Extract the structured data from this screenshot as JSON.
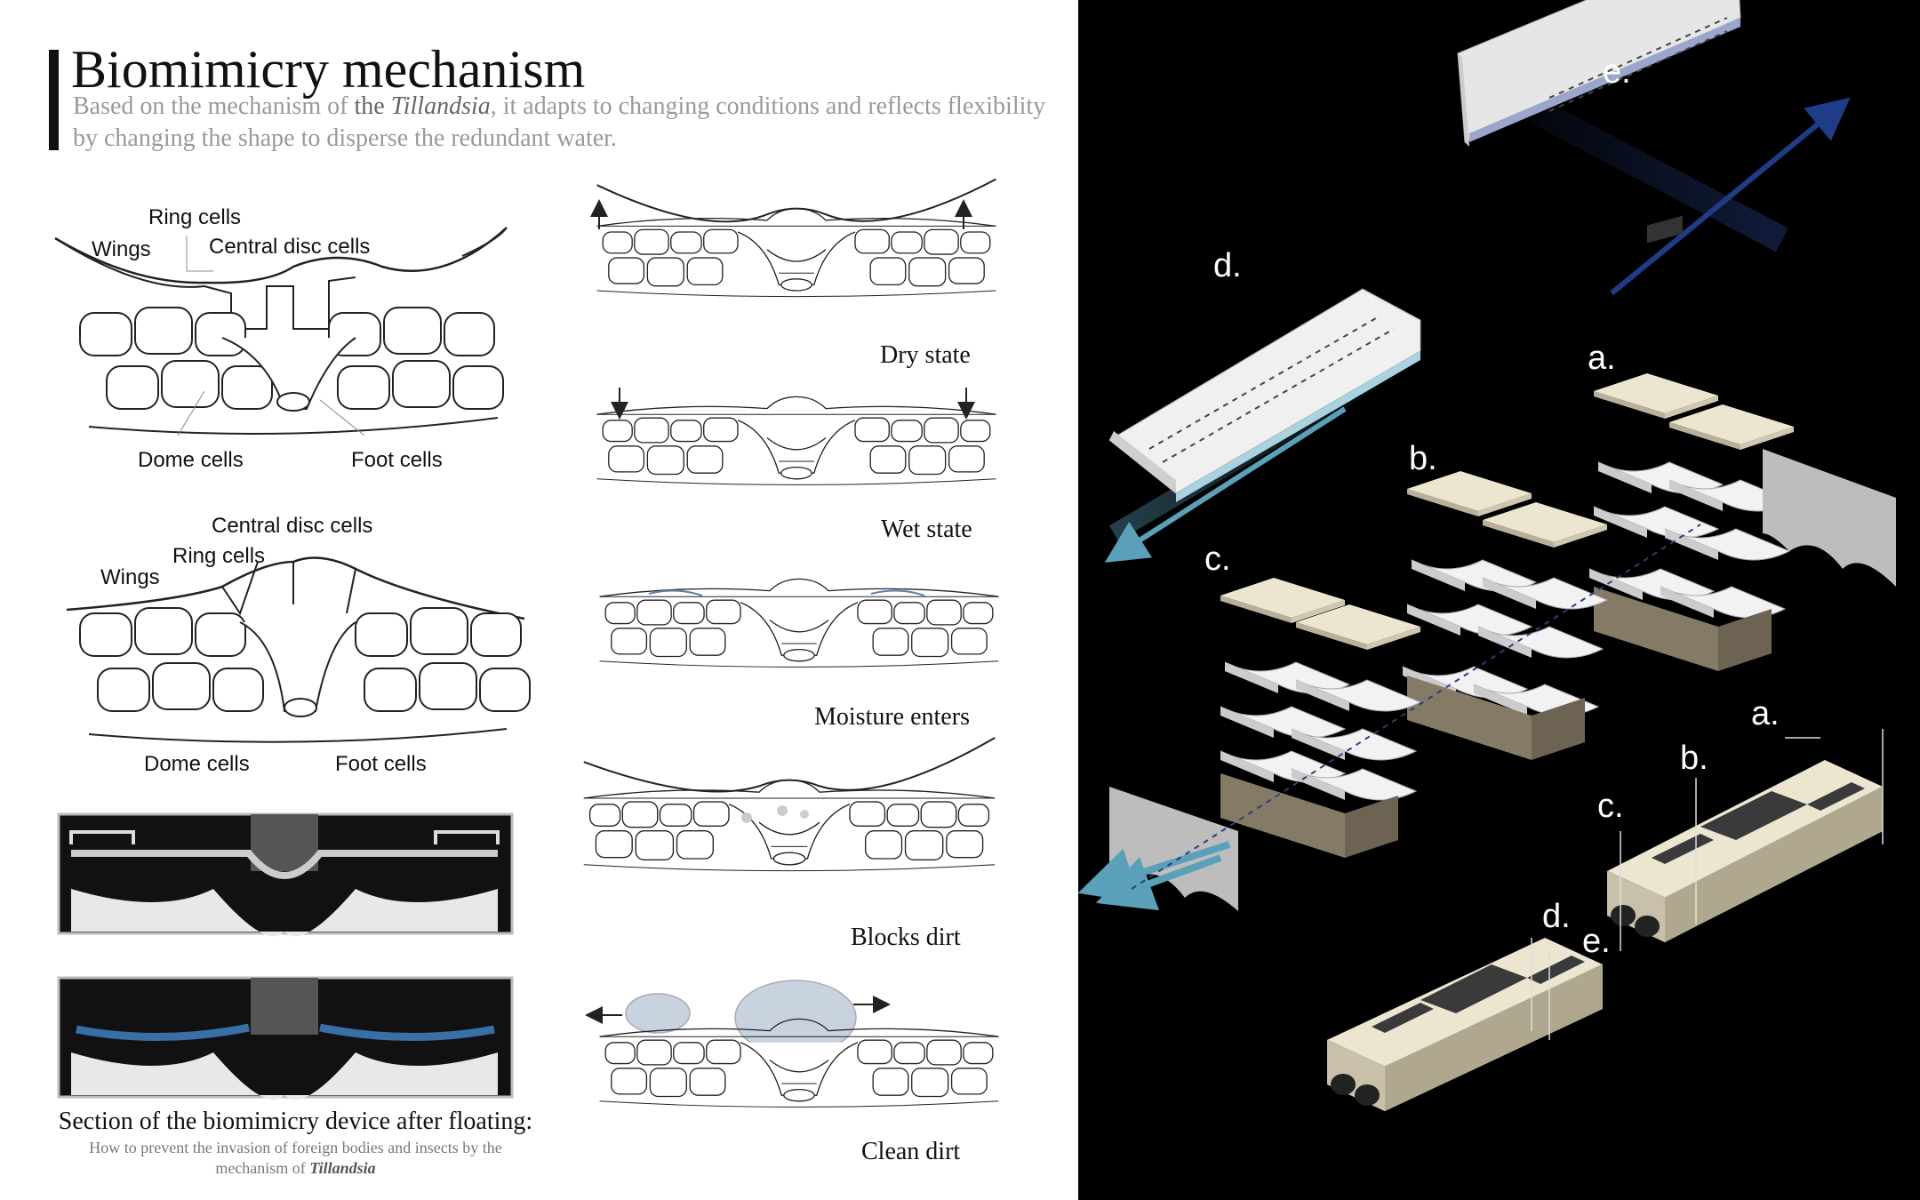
{
  "header": {
    "title": "Biomimicry mechanism",
    "subtitle_part1": "Based on the mechanism of",
    "subtitle_the": "the",
    "subtitle_species": "Tillandsia",
    "subtitle_part2": ", it adapts to changing conditions and reflects flexibility by changing the shape to disperse the redundant water."
  },
  "anatomy_top": {
    "ring_cells": "Ring cells",
    "wings": "Wings",
    "central_disc_cells": "Central disc cells",
    "dome_cells": "Dome cells",
    "foot_cells": "Foot cells"
  },
  "anatomy_bottom": {
    "central_disc_cells": "Central disc cells",
    "ring_cells": "Ring cells",
    "wings": "Wings",
    "dome_cells": "Dome cells",
    "foot_cells": "Foot cells"
  },
  "states": {
    "dry": "Dry state",
    "wet": "Wet state",
    "moisture": "Moisture enters",
    "blocks": "Blocks dirt",
    "clean": "Clean dirt"
  },
  "device_caption": {
    "title": "Section of the biomimicry device after floating:",
    "sub_part1": "How to prevent the invasion of foreign bodies and insects by the",
    "sub_part2": "mechanism of",
    "sub_species": "Tillandsia"
  },
  "exploded_view": {
    "labels": {
      "a": "a.",
      "b": "b.",
      "c": "c.",
      "d": "d.",
      "e": "e."
    },
    "colors": {
      "background": "#000000",
      "panel": "#e9e3d0",
      "dark_strip": "#3a3a3a",
      "water_blue": "#5aa0b8",
      "flow_navy": "#1f3c88",
      "soil": "#857a66"
    }
  }
}
